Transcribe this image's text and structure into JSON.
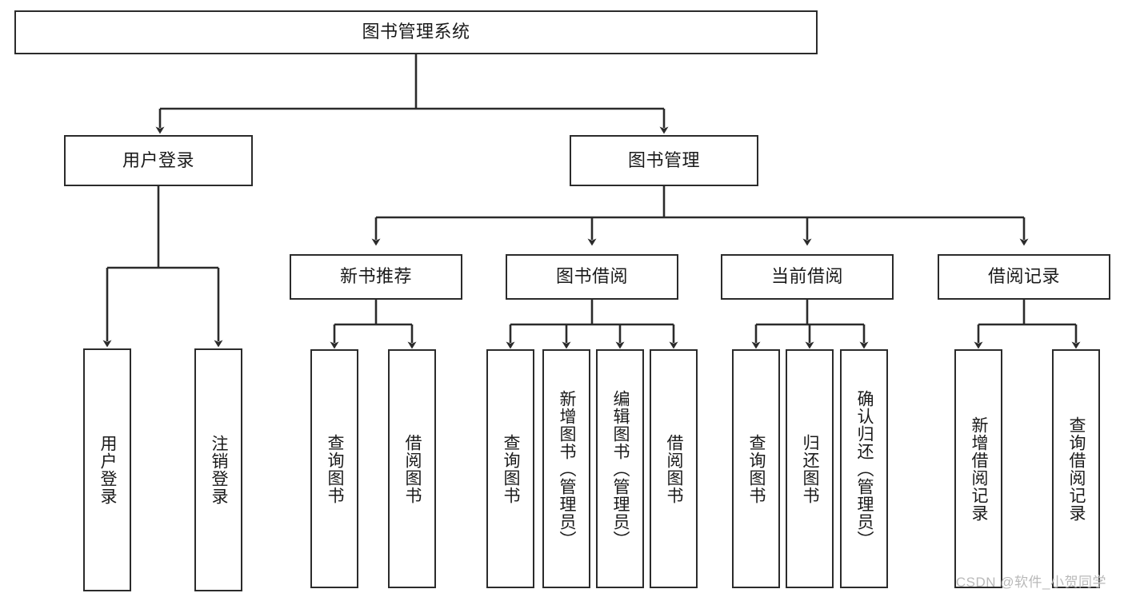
{
  "diagram": {
    "type": "tree",
    "title": "图书管理系统",
    "watermark": "CSDN @软件_小贺同学",
    "colors": {
      "box_border": "#2b2b2b",
      "box_fill": "#ffffff",
      "connector": "#2b2b2b",
      "text": "#1a1a1a",
      "watermark": "#b9b9b9"
    },
    "nodes": {
      "root": {
        "label": "图书管理系统",
        "level": 1,
        "orientation": "horizontal"
      },
      "l2": [
        {
          "id": "user-login",
          "label": "用户登录",
          "level": 2,
          "orientation": "horizontal"
        },
        {
          "id": "book-manage",
          "label": "图书管理",
          "level": 2,
          "orientation": "horizontal"
        }
      ],
      "l3": [
        {
          "id": "new-book-rec",
          "label": "新书推荐",
          "level": 3,
          "orientation": "horizontal"
        },
        {
          "id": "book-borrow",
          "label": "图书借阅",
          "level": 3,
          "orientation": "horizontal"
        },
        {
          "id": "current-borrow",
          "label": "当前借阅",
          "level": 3,
          "orientation": "horizontal"
        },
        {
          "id": "borrow-record",
          "label": "借阅记录",
          "level": 3,
          "orientation": "horizontal"
        }
      ],
      "leaves": [
        {
          "id": "leaf-user-login",
          "label": "用户登录",
          "parent": "user-login",
          "orientation": "vertical"
        },
        {
          "id": "leaf-logout",
          "label": "注销登录",
          "parent": "user-login",
          "orientation": "vertical"
        },
        {
          "id": "leaf-query-book-1",
          "label": "查询图书",
          "parent": "new-book-rec",
          "orientation": "vertical"
        },
        {
          "id": "leaf-borrow-book-1",
          "label": "借阅图书",
          "parent": "new-book-rec",
          "orientation": "vertical"
        },
        {
          "id": "leaf-query-book-2",
          "label": "查询图书",
          "parent": "book-borrow",
          "orientation": "vertical"
        },
        {
          "id": "leaf-add-book",
          "label": "新增图书（管理员）",
          "parent": "book-borrow",
          "orientation": "vertical"
        },
        {
          "id": "leaf-edit-book",
          "label": "编辑图书（管理员）",
          "parent": "book-borrow",
          "orientation": "vertical"
        },
        {
          "id": "leaf-borrow-book-2",
          "label": "借阅图书",
          "parent": "book-borrow",
          "orientation": "vertical"
        },
        {
          "id": "leaf-query-book-3",
          "label": "查询图书",
          "parent": "current-borrow",
          "orientation": "vertical"
        },
        {
          "id": "leaf-return-book",
          "label": "归还图书",
          "parent": "current-borrow",
          "orientation": "vertical"
        },
        {
          "id": "leaf-confirm-return",
          "label": "确认归还（管理员）",
          "parent": "current-borrow",
          "orientation": "vertical"
        },
        {
          "id": "leaf-add-record",
          "label": "新增借阅记录",
          "parent": "borrow-record",
          "orientation": "vertical"
        },
        {
          "id": "leaf-query-record",
          "label": "查询借阅记录",
          "parent": "borrow-record",
          "orientation": "vertical"
        }
      ]
    }
  }
}
